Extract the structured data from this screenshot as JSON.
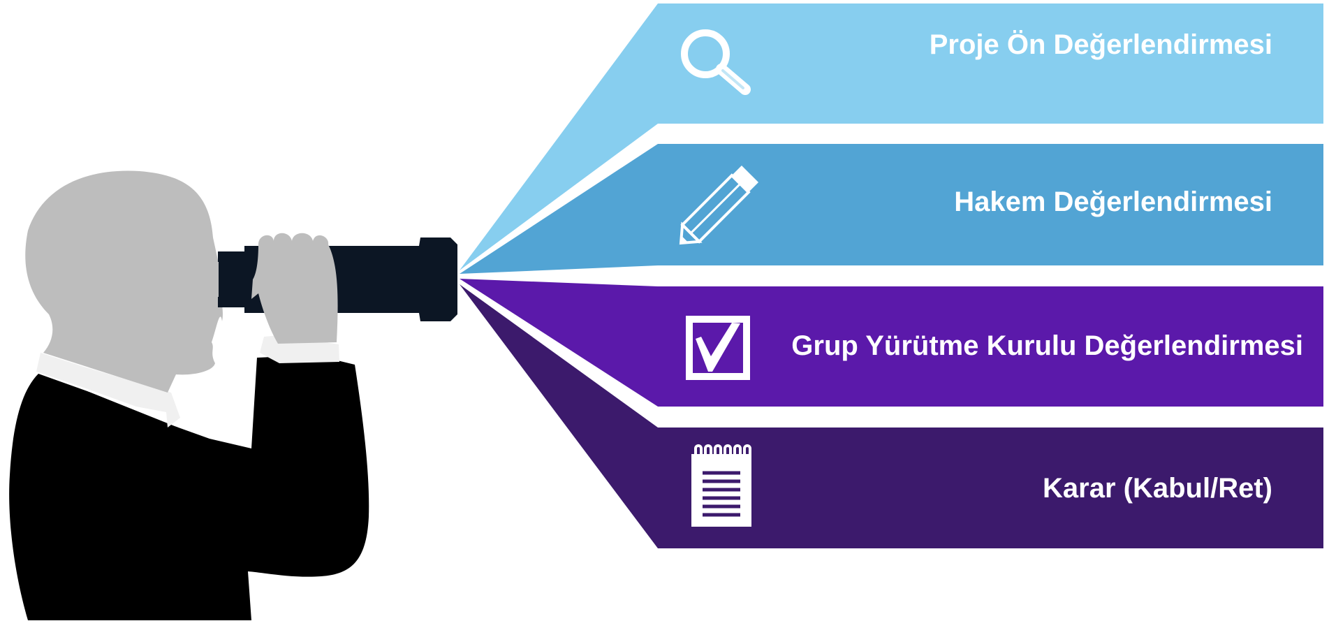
{
  "stages": [
    {
      "label": "Proje Ön Değerlendirmesi",
      "color": "#87CEEF",
      "icon": "magnifier-icon"
    },
    {
      "label": "Hakem Değerlendirmesi",
      "color": "#52A4D4",
      "icon": "pencil-icon"
    },
    {
      "label": "Grup Yürütme Kurulu Değerlendirmesi",
      "color": "#5B19AA",
      "icon": "checkbox-icon"
    },
    {
      "label": "Karar (Kabul/Ret)",
      "color": "#3C1A6C",
      "icon": "notepad-icon"
    }
  ],
  "figure": {
    "skin_color": "#BDBDBD",
    "suit_color": "#000000",
    "collar_color": "#F0F0F0",
    "binocular_color": "#0C1624"
  },
  "text_color": "#FFFFFF"
}
